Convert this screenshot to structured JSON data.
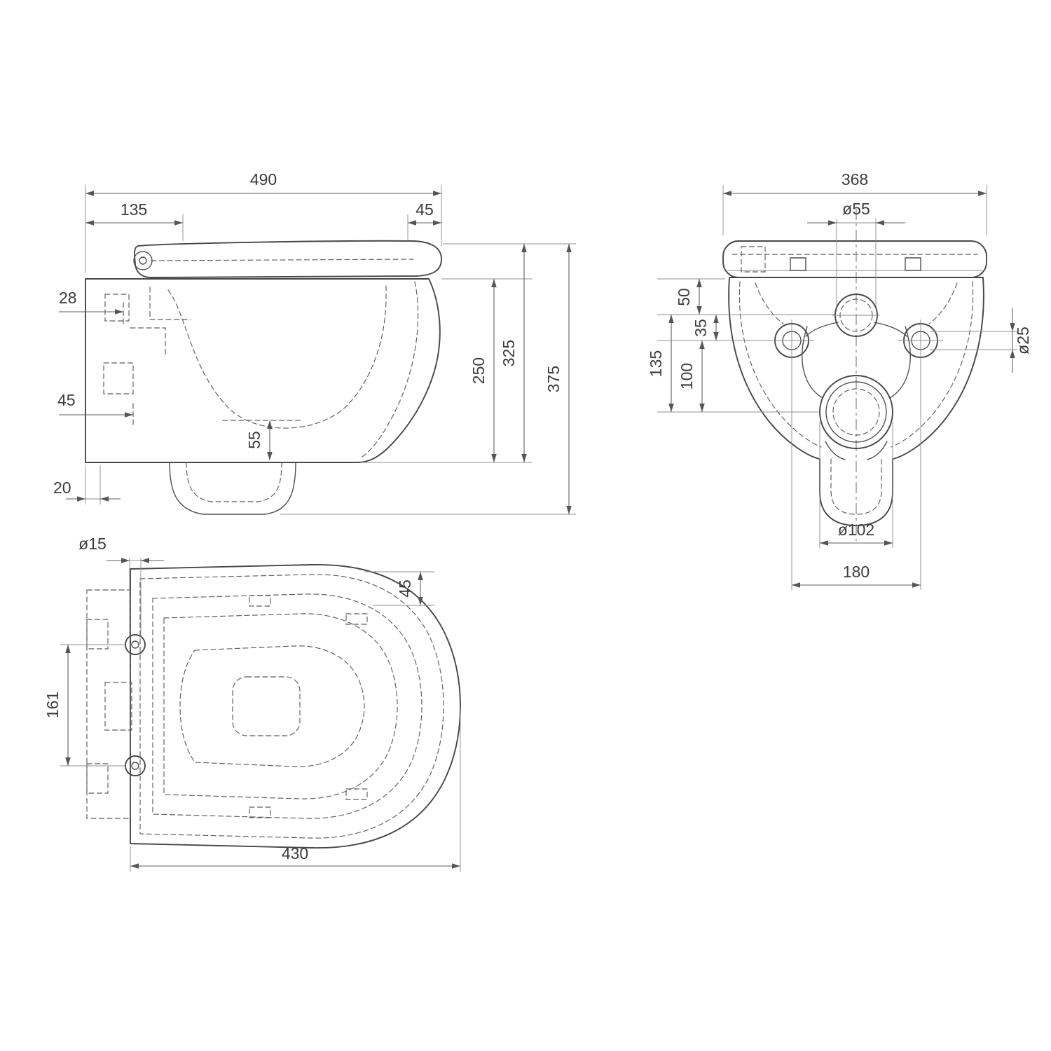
{
  "side_view": {
    "title": "side-profile-view",
    "dims": {
      "total_depth": "490",
      "hinge_offset": "135",
      "lid_front": "45",
      "offset_28": "28",
      "offset_45": "45",
      "offset_20": "20",
      "body_height": "250",
      "seat_height": "325",
      "total_height": "375",
      "water_depth": "55"
    }
  },
  "rear_view": {
    "title": "rear-view",
    "dims": {
      "total_width": "368",
      "inlet_dia": "ø55",
      "inlet_drop": "50",
      "bolt_drop": "35",
      "inlet_to_outlet": "135",
      "bolt_to_outlet": "100",
      "bolt_dia": "ø25",
      "outlet_dia": "ø102",
      "bolt_spacing": "180"
    }
  },
  "top_view": {
    "title": "top-plan-view",
    "dims": {
      "hinge_hole_dia": "ø15",
      "rim_offset": "45",
      "hinge_spacing": "161",
      "bowl_depth": "430"
    }
  }
}
